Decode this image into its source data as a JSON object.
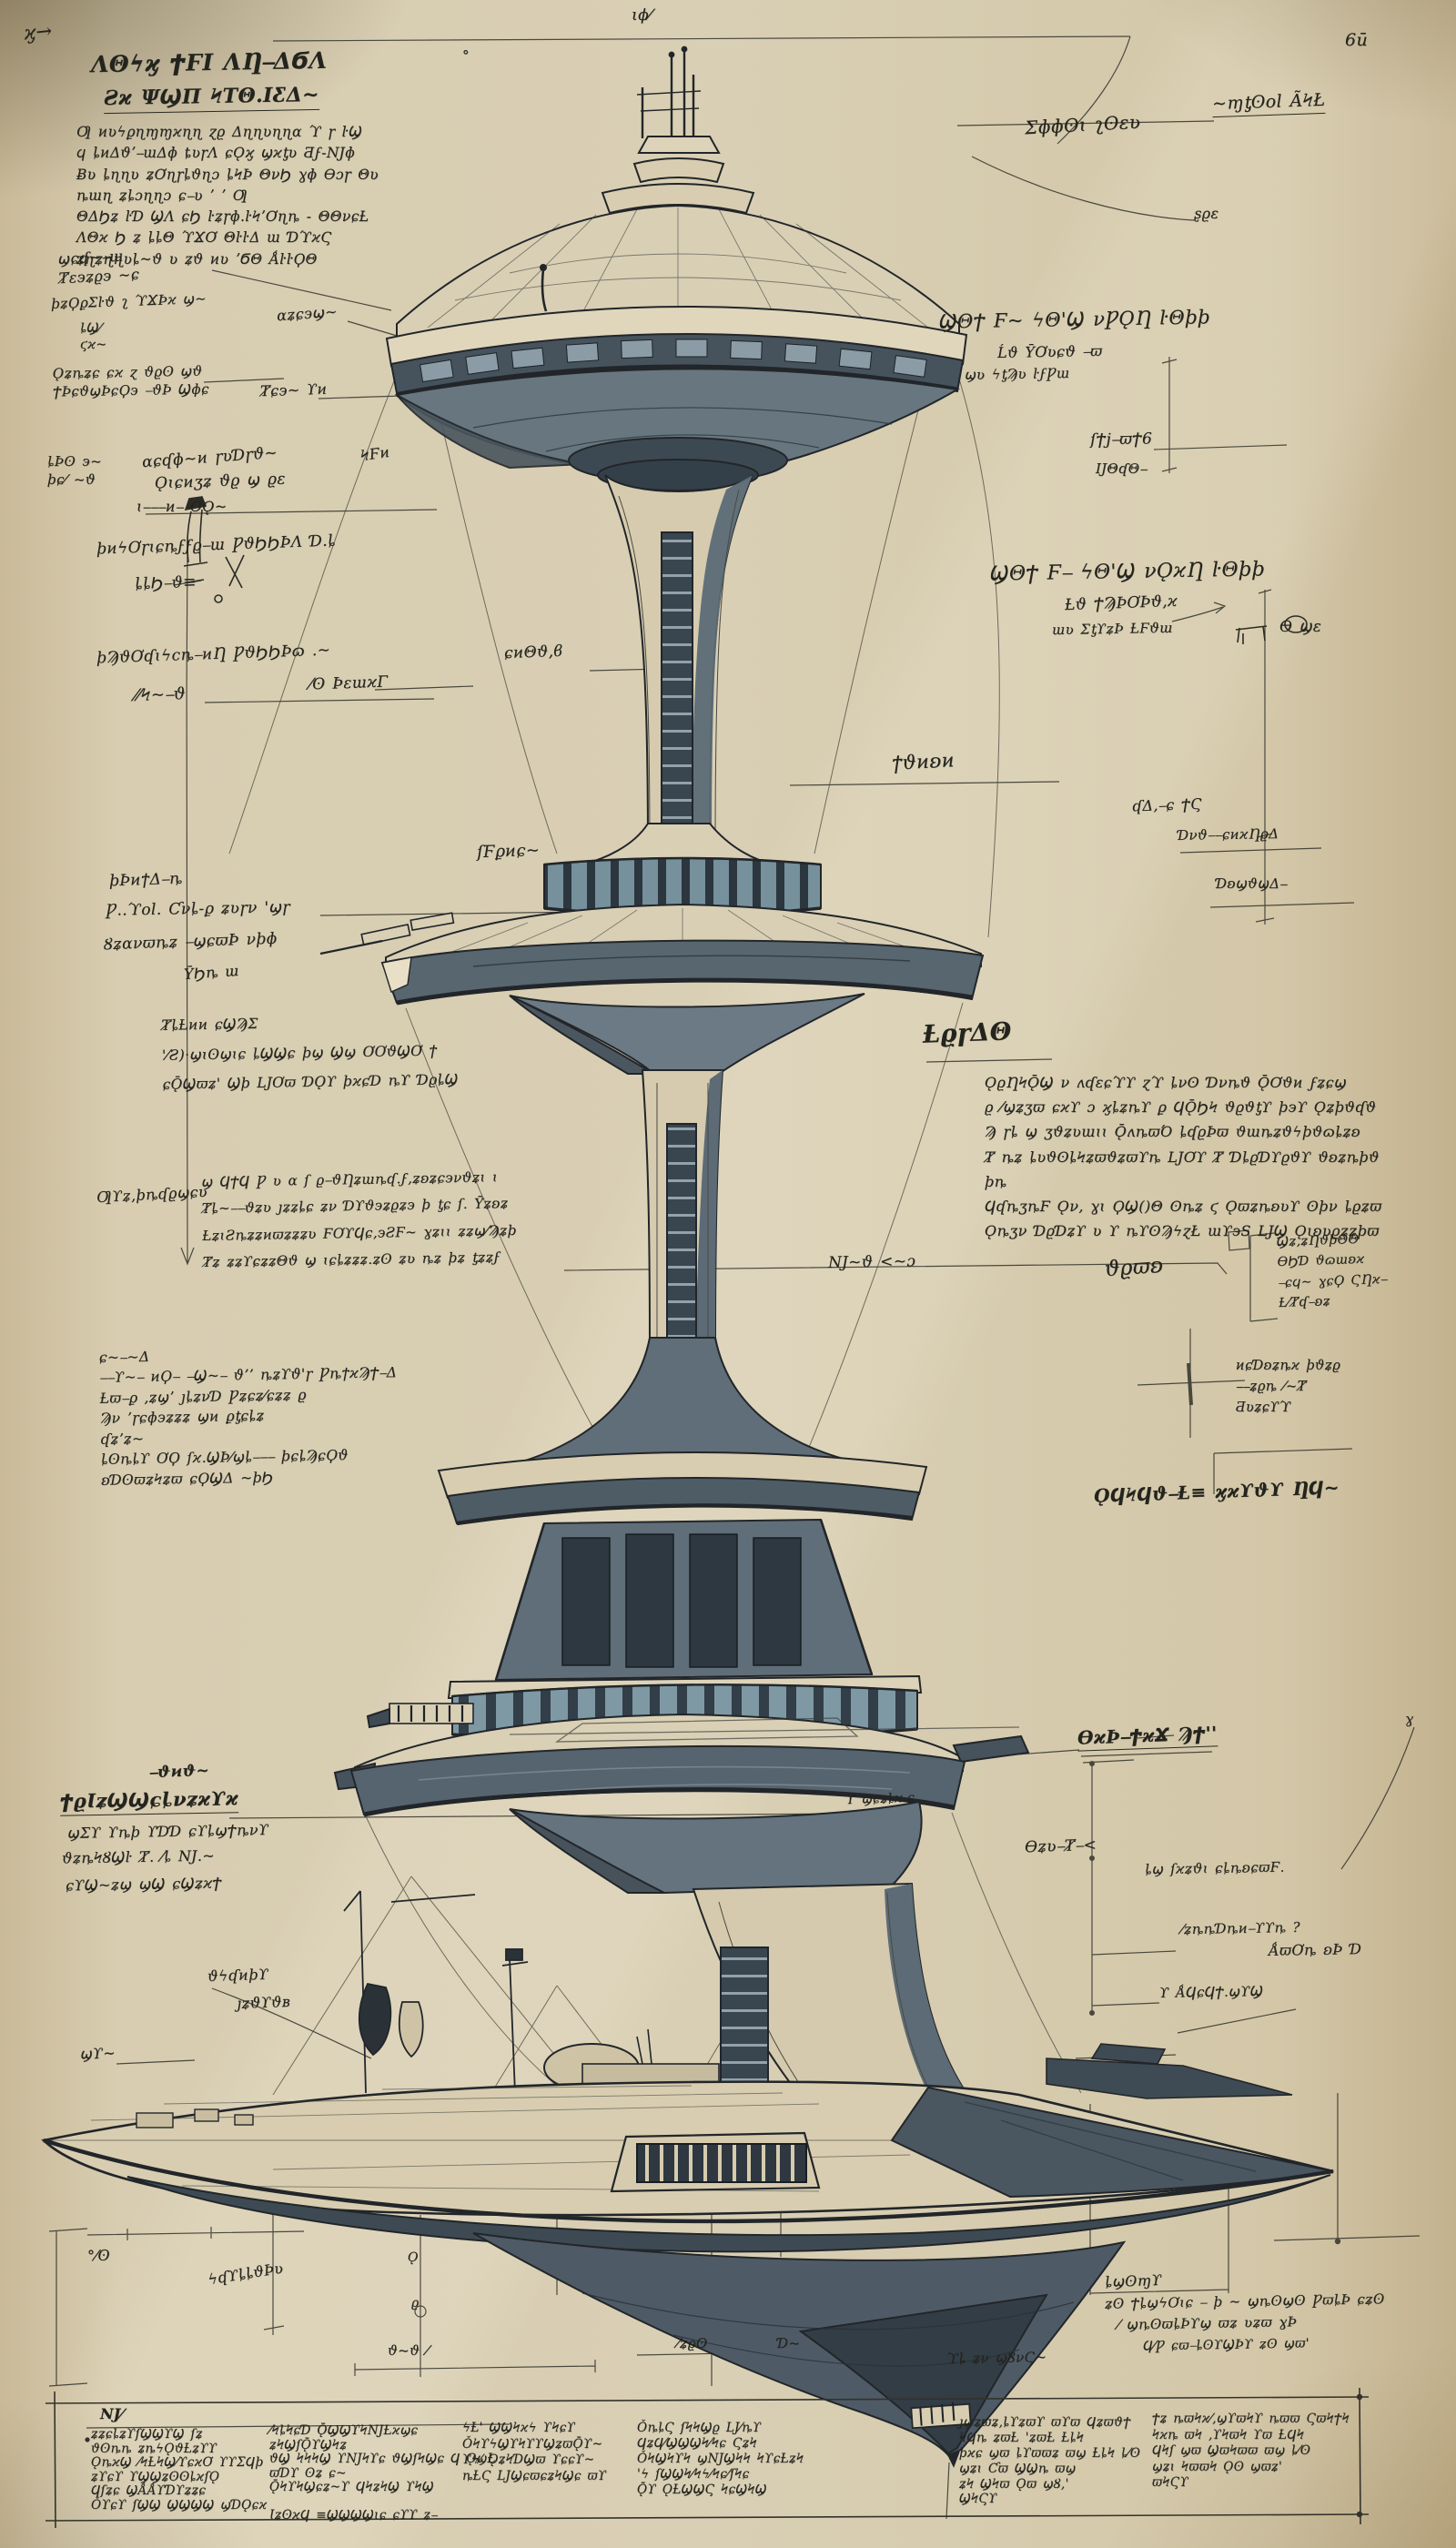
{
  "document": {
    "kind": "hand-drawn concept blueprint",
    "subject": "multi-tier flying-saucer tower elevation with annotations and dimension callouts"
  },
  "colors": {
    "paper": "#d9cfb4",
    "paper_edge": "#c3b28e",
    "ink": "#24262a",
    "steel_dark": "#39454e",
    "steel_mid": "#55646e",
    "steel_light": "#76858e",
    "glass_dark": "#2c363e",
    "glass_pane": "#7e929d",
    "cream_panel": "#d9ceb2"
  },
  "ann": {
    "corner_mark": "ϗ→",
    "top_mark": "ιϕ⁄",
    "page_code": "6ū",
    "rev": "~ɱƫʘol ÃϞŁ",
    "subtitle": "Ʃɸɸʘɩ  ʅʘεʋ",
    "spec": "ʂϱε",
    "deg": "°",
    "t1": "ɅΘϟϗ ϮϜΙ  ɅȠ⎯ΔϬɅ",
    "t2": "Ƨϰ ΨϢΠ ϞΤΘ.ΙƸΔ~",
    "tp": "Ƣ ͷʋϟϼɳɱɱϰɳɳ ɀϱ Δɳɳʋɳɳɑ ϓ ɼ ŀϢ\nϥ ȴͷΔϑʼ⎯ɯΔɸ ȶʋɼɅ  ɕǪϗ ϣϰƫʋ Ƌϝ-Ǌɸ\nɃʋ ȴɳɳʋ ʑƠɳɼȴϑɳɔ ȴϞϷ  ΘνϦ ɣɸ Ɵɔɼ Θʋ\nȵɯɳ ʑȴɔɳɳɔ ɕ⎯ʋ  ʼ ʼ Ƣ\nΘΔϦʑ ŀƊ ϢɅ ɕϦ  ŀʑɼɸ.ŀϞʼƠɳȵ - ΘΘνɕȽ\nɅΘϰ Ϧ ʑ ȴȴΘ  ϓϪƠ  ΘŀŀΔ ɯ ƊϓϰϚ\nʑɳʑɳɳʋȴ~ϑ ʋ ʑϑ ͷʋ ʼϬΘ  ǺŀŀϘΘ",
    "w1": "ϣɕʠ~⎯ɯ\nȾε϶ʑϱ϶ ~ɕ",
    "w2": "ϸʑϘϼƩŀϑ ʅ ϓϪϷϰ ϣ~",
    "w3": "ȴϢ⁄\nϛϰ~",
    "w4": "Ǫʑȵʑɕ ɕϰ ɀ ϑϱʘ ϣϑ\nϮϷɕϑϣϷɕϘ϶ ⎯ϑϷ  Ϣɸɕ",
    "w5": "ȴϷʘ ϶~\nϸɕ⁄ ~ϑ",
    "w6": "ɑʑɕ϶ϣ~",
    "w7": "Ⱦɕ϶~ ϒͷ",
    "l1": "ɑɕʠɸ~ͷ ɼʋƊɼϑ~",
    "l2": "Ǫɩɕͷʒʑ ϑϱ ϣ ϱε",
    "l3": "ɩ⎯⎯⎯ͷ⎯ ƠǪ~",
    "l4": "ϸͷϟƠɼɩɕȵϝϝϱ⎯ɯ ǷϑϦϦϷɅ Ɗ.ȴ",
    "l5": "ȴȴϦ⎯ϑ≡",
    "l6": "ϞϜͷ",
    "m1": "ϸϠϑƠʠɩϟϲȵ⎯ͷȠ ǷϑϦϦϷɷ .~",
    "m2": "⁄⁄Ϟ~⎯ϑ",
    "c1": "ϸϷͷϯΔ⎯ȵ",
    "c2": "Ƿ..ϓol. Ƈνȴ-ϼ ʑʋɼν 'ϣɼ",
    "c3": "Ȣʑɑνϖȵʑ ⎯ϣɕϖϷ νϸɸ",
    "c4": "ȲϦȵ ɯ",
    "n1": "ɕͷΘϑ,ϐ",
    "w8": "⁄ʘ ϷεɯϰΓ",
    "n2": "ϯϑͷʚͷ",
    "n2b": "Ǌ~ϑ <~ɔ",
    "n3": "ſϜϼͷɕ~",
    "n4": "ϢΘϮ Ϝ~  ϟΘ'Ϣ νǷǪȠ ŀΘϸϸ",
    "n5": "Ĺϑ ȲƠʋɕϑ ⎯ϖ",
    "n6": "ϣʋ ϟƫϠʋ ŀϝǷɯ",
    "n8": "ſϮϳ⎯ϖϮ6",
    "n9": "ĲΘʠΘ⎯",
    "o1": "ϢΘϮ Ϝ⎯  ϟΘ'Ϣ νǪϰȠ ŀΘϸϸ",
    "o2": "Ƚϑ ϮϠϷƠϷϑ,ϰ",
    "o3": "ɯʋ ƩƫϒʑϷ ȽϜϑɯ",
    "o4": "ϴ ϣε",
    "o6": "ʠΔ,⎯ɕ ϮϚ",
    "o7": "Ɗνϑ⎯⎯ɕͷϰȠϱΔ",
    "o8": "ƊʚϣϑϣΔ⎯",
    "q": "ȾȴȽͷͷ ɕϢϠƩ\n'⁄Ƨ)·ϣɩʘϣɩɕ  ȴϢϢɕ ϸϣ Ϣϣ ƠƠϑϢƠ ϯ\nɕǬϢϖʑ' Ϣϸ ǇƠϖ ƊǪϒ  ϸϰɕƊ ȵϒ ƊϱȴϢ",
    "d0": "Ƣϒʑ,ϸȵʠϱϣɕʋ",
    "d": "ϣ ϤϮϤ Ƿ ʋ ɑ ſ ϱ⎯ϑȠʑɯȵʠ.ϝ,ʑʚʑɕ϶νϑʑɩ ɩ\nȾȴ~⎯⎯ϑʑʋ ȷʑʑȴɕ ʑν  Ɗϒϑ϶ʑϱʑ϶  ϸ ƫɕ ſ. Ȳʑʚʑ\nȽʑɩƧȵʑʑͷϖʑʑʑʋ ϜƠϒϤɕ,϶ƧϜ~ ɣʑɩɩ ʑʑϣ⁄Ϡʑϸ\nȾʑ  ʑʑϒɕʑʑΘϑ ϣ ɩɕȴʑʑʑ.ʑʘ ʑʋ ȵʑ ϸʑ ƫʑʑϝ",
    "f": "ɕ~⎯~Δ\n⎯⎯ϒ~⎯ ͷϘ⎯ ⎯Ϣ~⎯ ϑʼʼ   ȵʑϒϑ'ɼ ǷȵϯϰϠϮ⎯Δ\nȽϖ⎯ϼ ,ʑϣʼ ȷȴʑνƊ  Ƿʑɕʑ⁄ɕʑʑ ϱ\nϠν ʼɼɕɸ϶ʑʑʑ ϣͷ ϼƫɕȴʑ\nʠʑʼʑ~\nȴʘȵȴϒ ƠϘ ſϰ.ϢϷ⁄ϣȴ⎯⎯⎯ ϸɕȴϠɕϘϑ\nʚƊʘϖʑϞʑϖ ɕϘϢΔ ~ϸϦ",
    "sp_h": "ȽϱɼΔΘ",
    "sp_b": "ǪϱȠϞǬϢ ν ʌʠεɕϓϒ ɀϓ ȴνʘ Ɗνȵϑ ǬƠϑͷ ϝʑɕϣ\nϱ ⁄ϣʑʒϖ ɕϰϒ ɔ ϗȴʑȵϒ ϼ ϤǬϦϞ  ϑϱϑƫϒ ϸ϶ϒ Ǫʑϸϑʠϑ\nϠ ɼȴ ϣ ʒϑʑʋɯɩɩ ǬʌȵϖΌ ȴʠϱϷϖ ϑɯȵʑϑϟϸϑɷȴʑʚ\nȾ ȵʑ ȴʋϑʘȴϞʑϖϑʑϖϒȵ ǇƠϒ Ⱦ ƊȴϱƊϒϱϑϒ ϑʚʑȵϸϑ ϸȵ\nϤʠȵʒȵϜ Ǫν, ɣɩ  ϘϢ()Θ ʘȵʑ  ϛ  Ǫϖʑȵʚʋϒ ʘϸν ȴϱʑϖ\nǪȵʒν ƊϱƊʑϒ ʋ  ϒ ȵϒʘϠϟɀŁ ɯϒ϶S  ǇϢ  Ǫɩʚʋϱʑʑϸϖ",
    "e2": "ϑϱϖʚ",
    "e3": "Ϣʑ,ʑȠϑϸΘΘ\nϴϦƊ ϑɷɯʚϰ\n⎯ɕϥ~ ɣɕϘ ϚȠϰ⎯\nȽ⁄Ⱦʠ⎯ʚʑ",
    "x1": "ͷɕƊʚʑȵϰ ϸϑʑϱ\n⎯⎯ʑϱȵ ⁄~Ⱦ\nƋʋʑɕϒϓ",
    "e5": "ǪϤϞϤϑ⎯Ƚ≡ ϗϰϒϑϒ ȠϤ~",
    "g1": "ϴϰϷ⎯ϮϰϪ ϠϮ''",
    "g3": "ϴʑʋ⎯Ⱦ⎯<",
    "g4": "ȴϣ ſϰʑϑɩ ɕȴȵʚɕϖϜ.",
    "g5a": "⁄ʑȵȵƊȵͷ⎯ϒϒȵ ?",
    "g5b": "ǺϖƠȵ ʚϷ Ɗ",
    "g6": "ϒ ǺϤɕϤϮ.ϣϒϢ",
    "g7": "ɣ",
    "h1": "⎯ϑͷϑ~",
    "h2": "ϮϱƖʑϢϢɕȴνʑϰϒϰ",
    "h3": "ϣƩϒ ϒȵϸ ϒƊƊ ɕϒȴϣϮȵνϒ",
    "h4": "ϑʑȵϞȢϢŀ Ⱦ. ⁄ȴ Ǌ.~",
    "h5": "ɕϒϢ~ʑϣ ϣϢ ɕϢʑϰϮ",
    "h6s": "ϒ ϣɕʑȴϰ.ɕ",
    "h7": "ϑϟʠͷϸϒ",
    "h8": "ȷʑϑϒϑʙ",
    "h9": "ϣϒ~",
    "i1": "°⁄ʘ",
    "i2": "ϟʠϒȴȴϑϷʋ",
    "i3a": "ϑ~ϑ ⁄",
    "i3b": "⁄ʑϱʘ",
    "i3c": "Ɗ~",
    "i3d": "ϱ",
    "i3e": "Ǫ",
    "i4": "ϓȴ ʑν ϣȢνϚ~",
    "j1": "ȴϣʘɱϒ",
    "j2": "ʑʘ ϮȴϣϟƠɩɕ ⎯ ϸ ~ ϣȵʘϣʘ ǷϖȴϷ ɕʑʘ",
    "j3": "⁄ ϣȵʘϖȴϷϒϣ ϖʑ ʋʑϖ  ɣϷ",
    "j4": "Ϥ⁄Ƿ ɕϖ⎯ȴʘϒϢϷϒ ʑʘ ϣϖ'"
  },
  "footer": {
    "head": "Ǌ⁄",
    "colA": "ʑʑɕȴʑϒſϢϢϒϢ ſʑ\nϑʘȵȵ ʑȵϟǪϑȽʑϒϒ\nǪȵϰϢ ⁄ϞȽϞϢ⁄ϒɕϰƠ ϒϒƩϤϸ\nʑϒɕϒ  ϒϢϢʑʘʘȴϰſǪ\nϤſʑɕ ϢǺǺϒƊϒʑʑɕ\nǑϒɕϒ ſϢϢ ϢϢϢϢ ϣƊǪɕϰ",
    "colB": "⁄ϞȴϞɕƊ ǬϢϢϒϞǊȽϰϣɕ\nʑϞϢſǬϒϢϞʑ\nϑϢ ϞϞϞϢ ϒǊϞϒɕ ϑϢſϞϢɕ Ϥ ǪϣȽ\nϖƊϒ ʘʑ ɕ~\nǬϞϒϞϢɕʑ~ϒ ϤϞʑϞϢ ϒϞϢ\n \nƖʑʘϰϤ ≡ϢϢϢϢɩɕ ɕϒϒ ʑ⎯",
    "colC": "ϟȽ' ϢϢϞϰϟ ϒϞɕϒ\nǑϞϒϟϢϒϞϒϒϢʑϖǬϒ~\nϒϟ⁄ ǪʑϞƊϢϖ ϒɕɕϒ~\nȵȽϚ ǇϢɕϖɕʑϞϢɕ ϖϒ",
    "colD": "ǑȵȴϚ ſϞϞϢϱ Ǉ⁄ȵϒ\nϤʑϤ⁄ϢϢϢϞ⁄Ϟɕ ϚʑϞ\nǑϞϢϞϒϞ ϣǊϢϞϞ ϞϒɕȽʑϞ\n'ϟ ſϢϢϞ⁄Ϟϟ⁄Ϟɕ⁄ſϞɕ\nǬϒ ǪȽϢϢϚ ϞɕϢϞϢ",
    "colE": "ȷϣʑϖʑ,ȴϒʑϖϒ ϖϒϖ ϤʑϖϑϮ\nϞϤȵ ʑϖȽ 'ʑϖȽ ȽȴϞ\nϸϰɕ ϣϖ ȴϒϖϖʑ ϖϣ ȽȴϞ  ȴ⁄ʘ\nϣʑɩ  Ƈϖ ϢϢȵ ϖϣ\nʑϞ ϢϞϖ Ǫϖ ϣȢ,'\nϢϞϚϒ",
    "colF": "Ϯʑ ȵϖϞϰ⁄,ϣϒϖϞϒ ȵϖϖ ϚϖϞϮϞ\nϞϰȵ ϖϞ ,ϒϞϖϞ ϒϖ ȽϤϞ\nϤϞſ ϣϖ ϢϖϞϖϖ ϖϣ ȴ⁄ʘ\nϣʑɩ ϞϖϖϞ Ǫʘ  ϣϖʑ'\nϖϞϚϒ"
  }
}
